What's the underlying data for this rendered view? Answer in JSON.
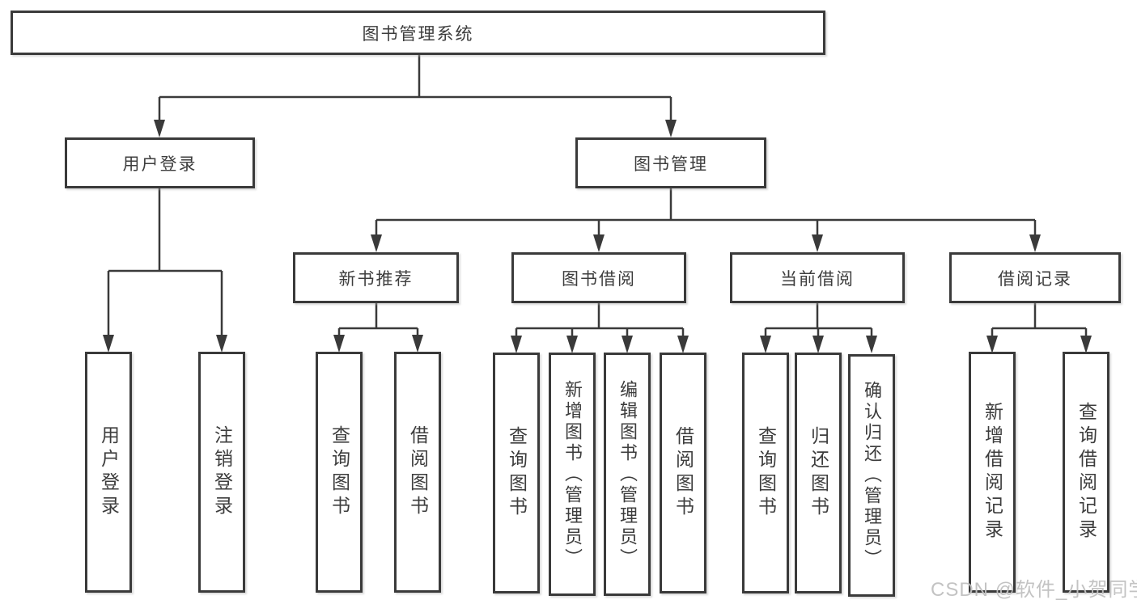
{
  "diagram": {
    "type": "hierarchy-tree",
    "nodes": {
      "root": "图书管理系统",
      "user_login": "用户登录",
      "book_mgmt": "图书管理",
      "new_book_rec": "新书推荐",
      "book_borrow": "图书借阅",
      "current_borrow": "当前借阅",
      "borrow_records": "借阅记录",
      "leaf_user_login": "用户登录",
      "leaf_logout": "注销登录",
      "leaf_nb_query": "查询图书",
      "leaf_nb_borrow": "借阅图书",
      "leaf_bb_query": "查询图书",
      "leaf_bb_add": "新增图书（管理员）",
      "leaf_bb_edit": "编辑图书（管理员）",
      "leaf_bb_borrow": "借阅图书",
      "leaf_cb_query": "查询图书",
      "leaf_cb_return": "归还图书",
      "leaf_cb_confirm": "确认归还（管理员）",
      "leaf_br_add": "新增借阅记录",
      "leaf_br_query": "查询借阅记录"
    },
    "edges": [
      [
        "图书管理系统",
        "用户登录"
      ],
      [
        "图书管理系统",
        "图书管理"
      ],
      [
        "用户登录",
        "用户登录"
      ],
      [
        "用户登录",
        "注销登录"
      ],
      [
        "图书管理",
        "新书推荐"
      ],
      [
        "图书管理",
        "图书借阅"
      ],
      [
        "图书管理",
        "当前借阅"
      ],
      [
        "图书管理",
        "借阅记录"
      ],
      [
        "新书推荐",
        "查询图书"
      ],
      [
        "新书推荐",
        "借阅图书"
      ],
      [
        "图书借阅",
        "查询图书"
      ],
      [
        "图书借阅",
        "新增图书（管理员）"
      ],
      [
        "图书借阅",
        "编辑图书（管理员）"
      ],
      [
        "图书借阅",
        "借阅图书"
      ],
      [
        "当前借阅",
        "查询图书"
      ],
      [
        "当前借阅",
        "归还图书"
      ],
      [
        "当前借阅",
        "确认归还（管理员）"
      ],
      [
        "借阅记录",
        "新增借阅记录"
      ],
      [
        "借阅记录",
        "查询借阅记录"
      ]
    ],
    "colors": {
      "line": "#3a3a3a",
      "box_border": "#3a3a3a",
      "text": "#3d3d3d",
      "background": "#ffffff",
      "watermark": "#c0c0c0"
    }
  },
  "watermark": "CSDN @软件_小贺同学"
}
